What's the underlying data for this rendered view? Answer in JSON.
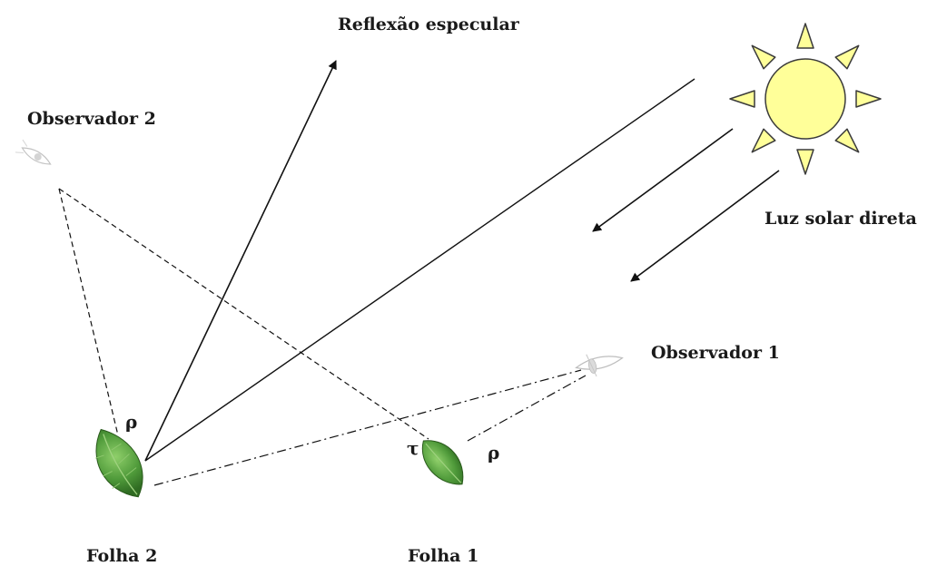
{
  "labels": {
    "specular": "Reflexão especular",
    "observer2": "Observador 2",
    "sunlight": "Luz solar direta",
    "observer1": "Observador 1",
    "leaf2": "Folha 2",
    "leaf1": "Folha 1"
  },
  "symbols": {
    "rho_leaf2": "ρ",
    "tau_leaf1": "τ",
    "rho_leaf1": "ρ"
  },
  "colors": {
    "sun_fill": "#ffff99",
    "sun_stroke": "#3a3a3a",
    "leaf_green": "#4f9a3a",
    "leaf_dark": "#2f6b22",
    "line": "#111111"
  },
  "icons": [
    "sun-icon",
    "leaf-icon",
    "eye-icon"
  ]
}
